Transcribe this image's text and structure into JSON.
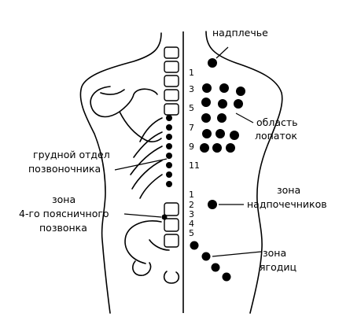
{
  "labels": {
    "shoulder": "надплечье",
    "scapula_line1": "область",
    "scapula_line2": "лопаток",
    "thoracic_line1": "грудной отдел",
    "thoracic_line2": "позвоночника",
    "lumbar4_line1": "зона",
    "lumbar4_line2": "4-го поясничного",
    "lumbar4_line3": "позвонка",
    "kidney_line1": "зона",
    "kidney_line2": "надпочечников",
    "buttock_line1": "зона",
    "buttock_line2": "ягодиц"
  },
  "thoracic_numbers": [
    "1",
    "3",
    "5",
    "7",
    "9",
    "11"
  ],
  "lumbar_numbers": [
    "1",
    "2",
    "3",
    "4",
    "5"
  ],
  "colors": {
    "ink": "#000000",
    "background": "#ffffff"
  }
}
